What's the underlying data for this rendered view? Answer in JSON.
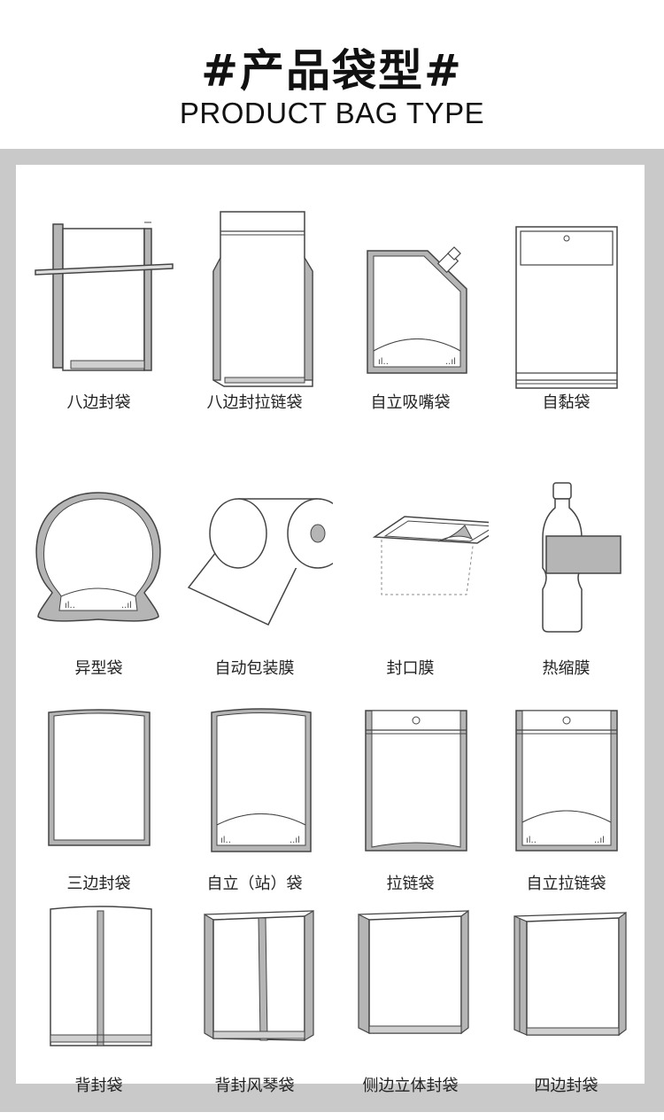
{
  "header": {
    "title_cn": "#产品袋型#",
    "title_en": "PRODUCT BAG TYPE"
  },
  "colors": {
    "frame": "#c9c9c9",
    "outline": "#444444",
    "shade": "#b5b5b5"
  },
  "items": [
    {
      "label": "八边封袋",
      "icon": "eight-side-seal-bag-icon"
    },
    {
      "label": "八边封拉链袋",
      "icon": "eight-side-zipper-bag-icon"
    },
    {
      "label": "自立吸嘴袋",
      "icon": "spout-pouch-icon"
    },
    {
      "label": "自黏袋",
      "icon": "self-adhesive-bag-icon"
    },
    {
      "label": "异型袋",
      "icon": "shaped-bag-icon"
    },
    {
      "label": "自动包装膜",
      "icon": "packaging-film-roll-icon"
    },
    {
      "label": "封口膜",
      "icon": "sealing-film-icon"
    },
    {
      "label": "热缩膜",
      "icon": "shrink-film-bottle-icon"
    },
    {
      "label": "三边封袋",
      "icon": "three-side-seal-bag-icon"
    },
    {
      "label": "自立（站）袋",
      "icon": "stand-up-pouch-icon"
    },
    {
      "label": "拉链袋",
      "icon": "zipper-bag-icon"
    },
    {
      "label": "自立拉链袋",
      "icon": "stand-up-zipper-pouch-icon"
    },
    {
      "label": "背封袋",
      "icon": "back-seal-bag-icon"
    },
    {
      "label": "背封风琴袋",
      "icon": "back-seal-gusset-bag-icon"
    },
    {
      "label": "侧边立体封袋",
      "icon": "side-gusset-bag-icon"
    },
    {
      "label": "四边封袋",
      "icon": "four-side-seal-bag-icon"
    }
  ]
}
